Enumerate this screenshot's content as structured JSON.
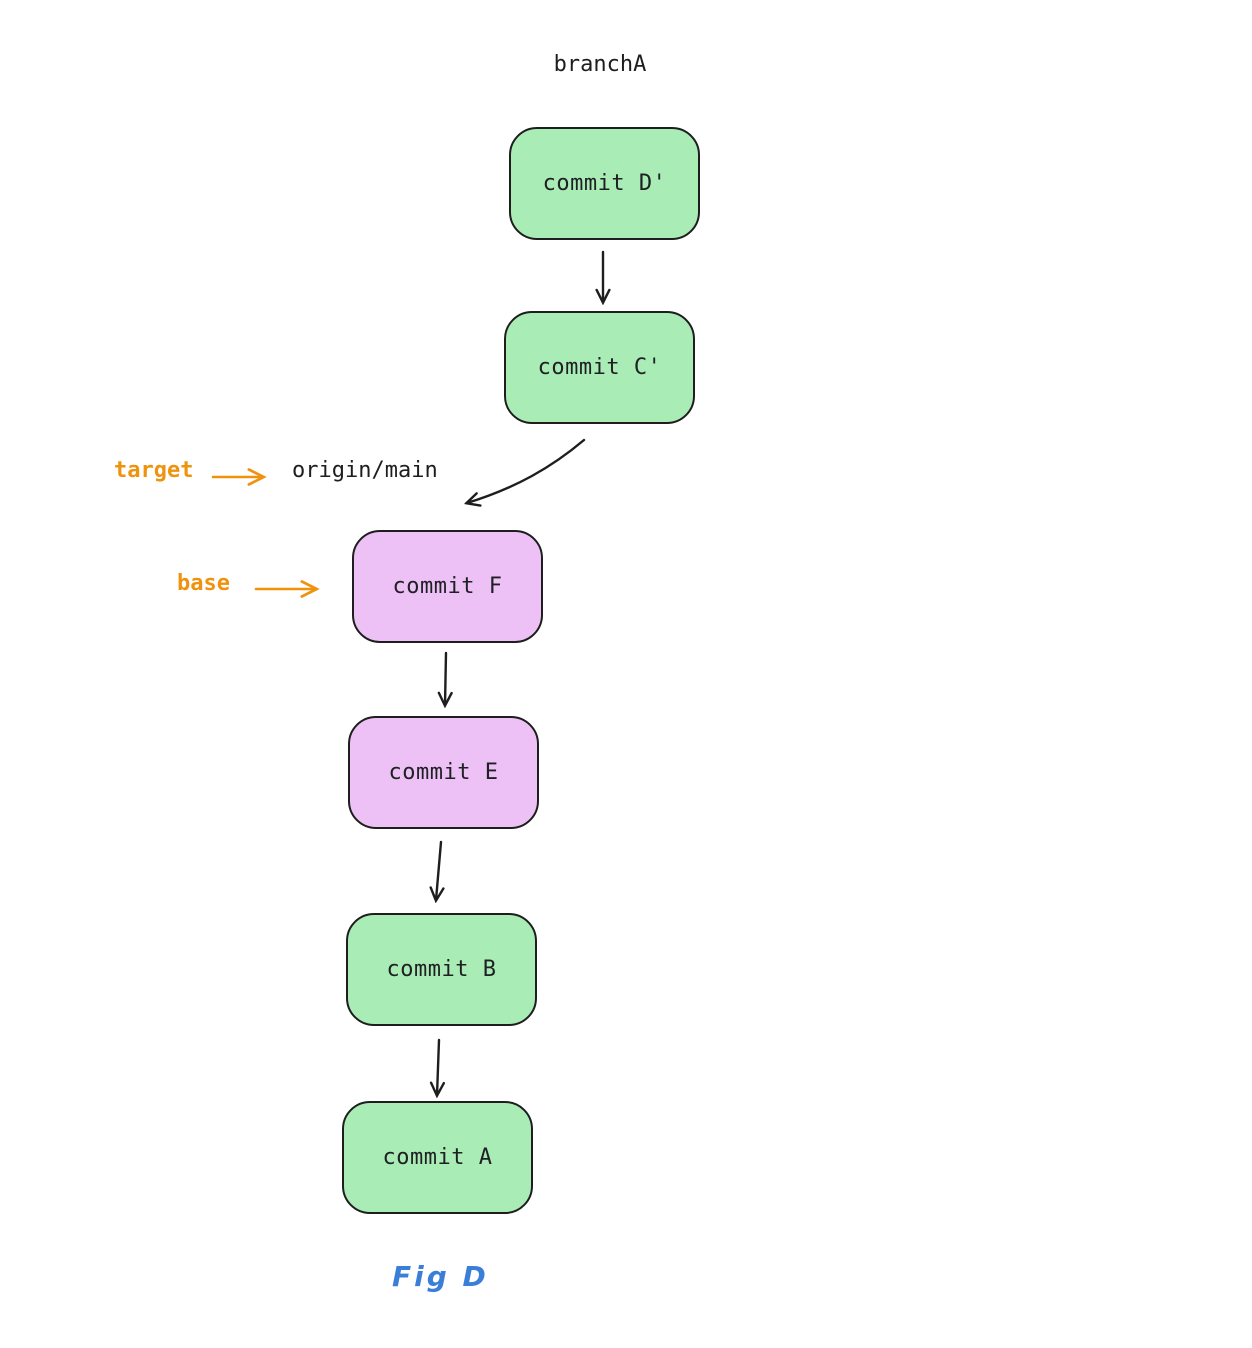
{
  "branch_label": "branchA",
  "annotations": {
    "target_label": "target",
    "origin_main_label": "origin/main",
    "base_label": "base"
  },
  "caption": "Fig D",
  "nodes": [
    {
      "id": "commit-D-prime",
      "label": "commit D'",
      "fill": "#a9ecb6"
    },
    {
      "id": "commit-C-prime",
      "label": "commit C'",
      "fill": "#a9ecb6"
    },
    {
      "id": "commit-F",
      "label": "commit F",
      "fill": "#eec1f6"
    },
    {
      "id": "commit-E",
      "label": "commit E",
      "fill": "#eec1f6"
    },
    {
      "id": "commit-B",
      "label": "commit B",
      "fill": "#a9ecb6"
    },
    {
      "id": "commit-A",
      "label": "commit A",
      "fill": "#a9ecb6"
    }
  ],
  "edges": [
    {
      "from": "commit D'",
      "to": "commit C'"
    },
    {
      "from": "commit C'",
      "to": "commit F"
    },
    {
      "from": "commit F",
      "to": "commit E"
    },
    {
      "from": "commit E",
      "to": "commit B"
    },
    {
      "from": "commit B",
      "to": "commit A"
    }
  ],
  "colors": {
    "green": "#a9ecb6",
    "purple": "#eec1f6",
    "orange": "#ef930f",
    "blue": "#3b7ed8",
    "ink": "#1e1e1e"
  }
}
